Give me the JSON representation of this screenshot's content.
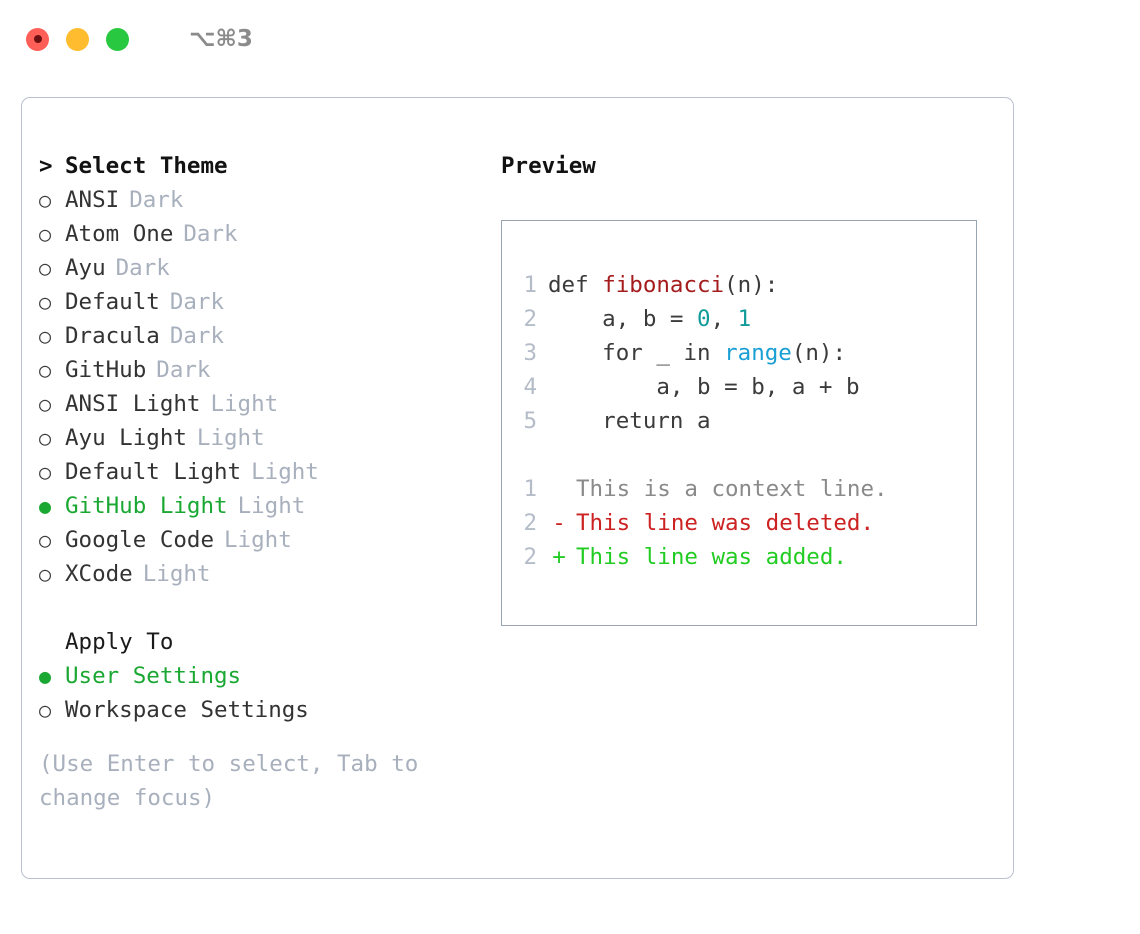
{
  "titlebar": {
    "shortcut": "⌥⌘3",
    "lights": [
      {
        "name": "close",
        "color": "#ff5f57"
      },
      {
        "name": "minimize",
        "color": "#febc2e"
      },
      {
        "name": "maximize",
        "color": "#28c840"
      }
    ]
  },
  "theme_picker": {
    "header_marker": ">",
    "header": "Select Theme",
    "unselected_marker": "○",
    "selected_marker": "●",
    "items": [
      {
        "label": "ANSI",
        "badge": "Dark",
        "selected": false
      },
      {
        "label": "Atom One",
        "badge": "Dark",
        "selected": false
      },
      {
        "label": "Ayu",
        "badge": "Dark",
        "selected": false
      },
      {
        "label": "Default",
        "badge": "Dark",
        "selected": false
      },
      {
        "label": "Dracula",
        "badge": "Dark",
        "selected": false
      },
      {
        "label": "GitHub",
        "badge": "Dark",
        "selected": false
      },
      {
        "label": "ANSI Light",
        "badge": "Light",
        "selected": false
      },
      {
        "label": "Ayu Light",
        "badge": "Light",
        "selected": false
      },
      {
        "label": "Default Light",
        "badge": "Light",
        "selected": false
      },
      {
        "label": "GitHub Light",
        "badge": "Light",
        "selected": true
      },
      {
        "label": "Google Code",
        "badge": "Light",
        "selected": false
      },
      {
        "label": "XCode",
        "badge": "Light",
        "selected": false
      }
    ]
  },
  "apply_to": {
    "header": "Apply To",
    "items": [
      {
        "label": "User Settings",
        "selected": true
      },
      {
        "label": "Workspace Settings",
        "selected": false
      }
    ]
  },
  "help": {
    "line1": "(Use Enter to select, Tab to",
    "line2": "change focus)"
  },
  "preview": {
    "title": "Preview",
    "code_lines": [
      {
        "no": "1",
        "tokens": [
          {
            "text": "def ",
            "type": "plain"
          },
          {
            "text": "fibonacci",
            "type": "func"
          },
          {
            "text": "(n):",
            "type": "plain"
          }
        ]
      },
      {
        "no": "2",
        "tokens": [
          {
            "text": "    a, b = ",
            "type": "plain"
          },
          {
            "text": "0",
            "type": "num"
          },
          {
            "text": ", ",
            "type": "plain"
          },
          {
            "text": "1",
            "type": "num"
          }
        ]
      },
      {
        "no": "3",
        "tokens": [
          {
            "text": "    for _ in ",
            "type": "plain"
          },
          {
            "text": "range",
            "type": "call"
          },
          {
            "text": "(n):",
            "type": "plain"
          }
        ]
      },
      {
        "no": "4",
        "tokens": [
          {
            "text": "        a, b = b, a + b",
            "type": "plain"
          }
        ]
      },
      {
        "no": "5",
        "tokens": [
          {
            "text": "    return a",
            "type": "plain"
          }
        ]
      }
    ],
    "diff_lines": [
      {
        "no": "1",
        "sign": " ",
        "text": "This is a context line.",
        "kind": "ctx"
      },
      {
        "no": "2",
        "sign": "-",
        "text": "This line was deleted.",
        "kind": "del"
      },
      {
        "no": "2",
        "sign": "+",
        "text": "This line was added.",
        "kind": "add"
      }
    ]
  },
  "colors": {
    "selected_green": "#1aa833",
    "badge_gray": "#a8b0bd",
    "diff_added": "#22cc22",
    "diff_deleted": "#cc2222",
    "token_function": "#a51c1c",
    "token_number": "#119b9b",
    "token_call": "#1a9fd4"
  }
}
